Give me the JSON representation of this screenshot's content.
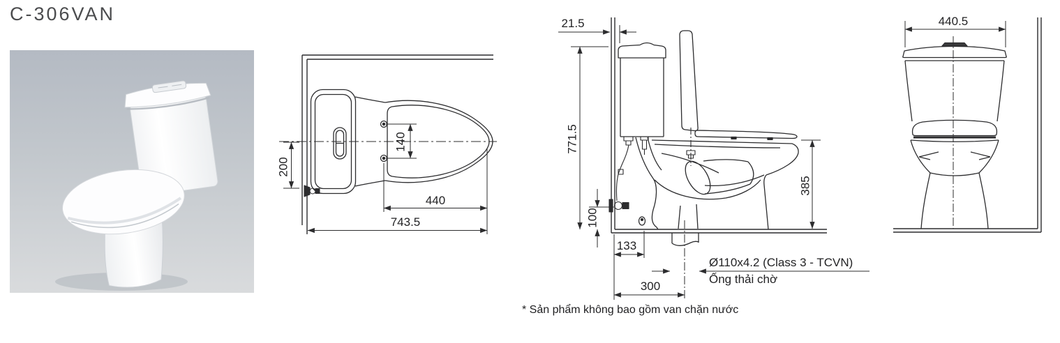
{
  "title": "C-306VAN",
  "note": "* Sản phẩm không bao gồm van chặn nước",
  "top_view": {
    "dim_tank_half_width": "200",
    "dim_bolt_spacing": "140",
    "dim_seat_length": "440",
    "dim_depth_total": "743.5"
  },
  "side_view": {
    "dim_wall_gap": "21.5",
    "dim_total_height": "771.5",
    "dim_supply_height": "100",
    "dim_supply_offset": "133",
    "dim_rough_in": "300",
    "dim_bowl_height": "385",
    "pipe_spec": "Ø110x4.2 (Class 3 - TCVN)",
    "pipe_label": "Ống thải chờ"
  },
  "front_view": {
    "dim_tank_width": "440.5"
  },
  "colors": {
    "line": "#2c2c2e",
    "title_text": "#4b4c4e",
    "photo_bg_top": "#b4bac3",
    "photo_bg_bottom": "#d9dbdd",
    "flush_button_dark": "#3a3a3c"
  }
}
